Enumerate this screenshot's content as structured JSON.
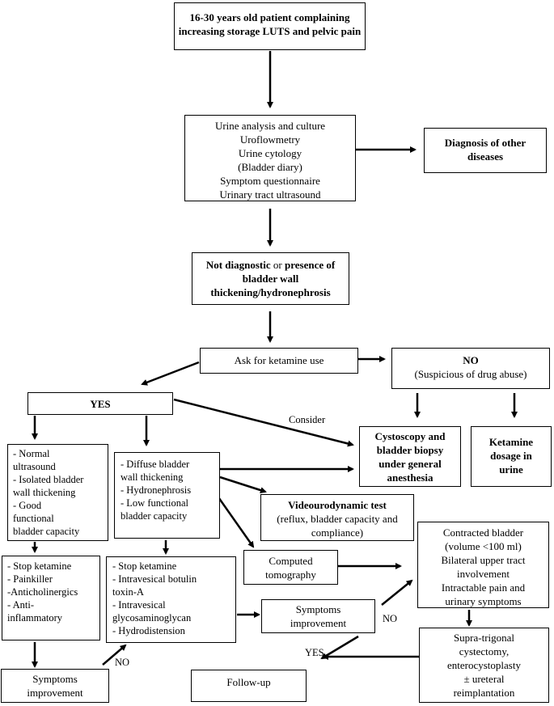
{
  "boxes": {
    "start": [
      "16-30 years old patient complaining",
      "increasing storage LUTS and pelvic pain"
    ],
    "tests": [
      "Urine analysis and culture",
      "Uroflowmetry",
      "Urine cytology",
      "(Bladder diary)",
      "Symptom questionnaire",
      "Urinary tract ultrasound"
    ],
    "other": [
      "Diagnosis of other",
      "diseases"
    ],
    "notdiag": {
      "bold1": "Not diagnostic",
      "plain1": " or ",
      "bold2": "presence of",
      "rest": [
        "bladder wall",
        "thickening/hydronephrosis"
      ]
    },
    "ask": "Ask for ketamine use",
    "no": [
      "NO",
      "(Suspicious of drug abuse)"
    ],
    "yes": "YES",
    "normal": [
      "- Normal",
      "ultrasound",
      "- Isolated bladder",
      "wall thickening",
      "- Good",
      "functional",
      "bladder capacity"
    ],
    "diffuse": [
      "- Diffuse bladder",
      "wall thickening",
      "- Hydronephrosis",
      "- Low functional",
      "bladder capacity"
    ],
    "cysto": [
      "Cystoscopy and",
      "bladder biopsy",
      "under general",
      "anesthesia"
    ],
    "ketdose": [
      "Ketamine",
      "dosage in",
      "urine"
    ],
    "video": [
      "Videourodynamic test",
      "(reflux, bladder capacity and",
      "compliance)"
    ],
    "contracted": [
      "Contracted bladder",
      "(volume <100 ml)",
      "Bilateral upper tract",
      "involvement",
      "Intractable pain and",
      "urinary symptoms"
    ],
    "stop1": [
      "- Stop ketamine",
      "- Painkiller",
      "-Anticholinergics",
      "- Anti-",
      "inflammatory"
    ],
    "stop2": [
      "- Stop ketamine",
      "- Intravesical botulin",
      "toxin-A",
      "- Intravesical",
      "glycosaminoglycan",
      "- Hydrodistension"
    ],
    "ct": [
      "Computed",
      "tomography"
    ],
    "symp2": [
      "Symptoms",
      "improvement"
    ],
    "symp1": [
      "Symptoms",
      "improvement"
    ],
    "surgery": [
      "Supra-trigonal",
      "cystectomy,",
      "enterocystoplasty",
      "± ureteral",
      "reimplantation"
    ],
    "follow": "Follow-up"
  },
  "labels": {
    "consider": "Consider",
    "no_right": "NO",
    "yes_bottom": "YES",
    "no_left": "NO"
  }
}
